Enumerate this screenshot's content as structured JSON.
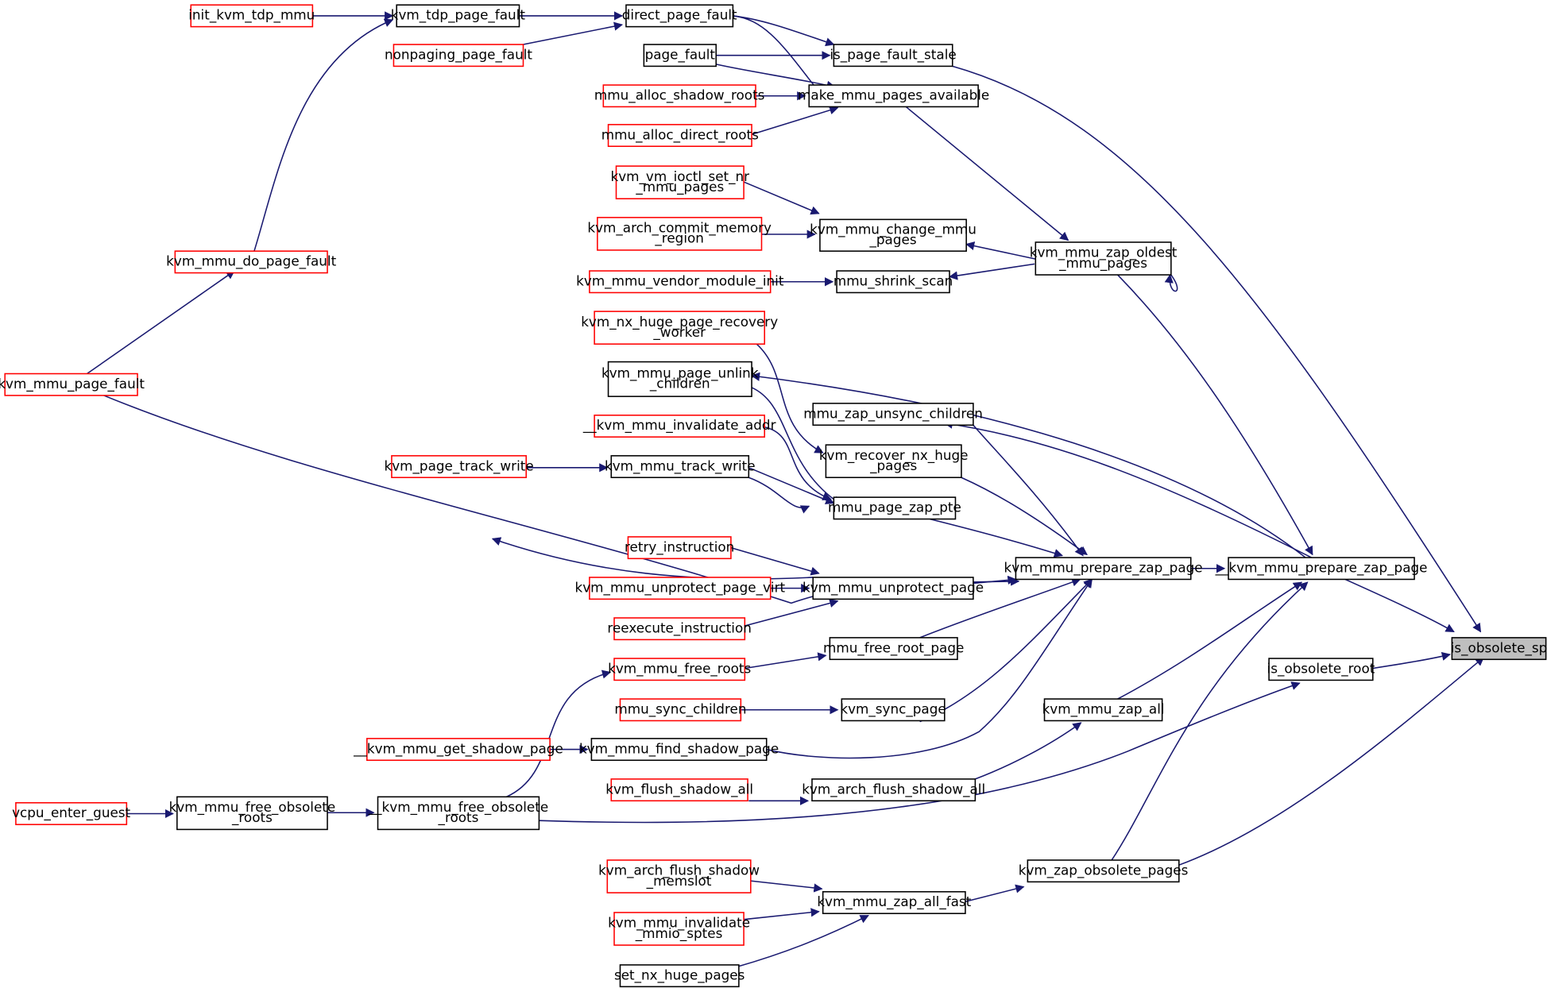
{
  "colors": {
    "edge": "#191970",
    "node_border": "#000000",
    "node_border_truncated": "#ff0000",
    "target_fill": "#bfbfbf"
  },
  "nodes": {
    "is_obsolete_sp": {
      "lines": [
        "is_obsolete_sp"
      ],
      "style": "target"
    },
    "__kvm_mmu_prepare_zap_page": {
      "lines": [
        "__kvm_mmu_prepare_zap_page"
      ],
      "style": "normal"
    },
    "is_obsolete_root": {
      "lines": [
        "is_obsolete_root"
      ],
      "style": "normal"
    },
    "is_page_fault_stale": {
      "lines": [
        "is_page_fault_stale"
      ],
      "style": "normal"
    },
    "kvm_zap_obsolete_pages": {
      "lines": [
        "kvm_zap_obsolete_pages"
      ],
      "style": "normal"
    },
    "kvm_mmu_prepare_zap_page": {
      "lines": [
        "kvm_mmu_prepare_zap_page"
      ],
      "style": "normal"
    },
    "kvm_mmu_zap_oldest_mmu_pages": {
      "lines": [
        "kvm_mmu_zap_oldest",
        "_mmu_pages"
      ],
      "style": "normal"
    },
    "mmu_zap_unsync_children": {
      "lines": [
        "mmu_zap_unsync_children"
      ],
      "style": "normal"
    },
    "kvm_mmu_page_unlink_children": {
      "lines": [
        "kvm_mmu_page_unlink",
        "_children"
      ],
      "style": "normal"
    },
    "kvm_mmu_zap_all": {
      "lines": [
        "kvm_mmu_zap_all"
      ],
      "style": "normal"
    },
    "__kvm_mmu_free_obsolete_roots": {
      "lines": [
        "__kvm_mmu_free_obsolete",
        "_roots"
      ],
      "style": "normal"
    },
    "direct_page_fault": {
      "lines": [
        "direct_page_fault"
      ],
      "style": "normal"
    },
    "page_fault": {
      "lines": [
        "page_fault"
      ],
      "style": "normal"
    },
    "kvm_mmu_zap_all_fast": {
      "lines": [
        "kvm_mmu_zap_all_fast"
      ],
      "style": "normal"
    },
    "kvm_mmu_change_mmu_pages": {
      "lines": [
        "kvm_mmu_change_mmu",
        "_pages"
      ],
      "style": "normal"
    },
    "make_mmu_pages_available": {
      "lines": [
        "make_mmu_pages_available"
      ],
      "style": "normal"
    },
    "mmu_shrink_scan": {
      "lines": [
        "mmu_shrink_scan"
      ],
      "style": "normal"
    },
    "kvm_mmu_find_shadow_page": {
      "lines": [
        "kvm_mmu_find_shadow_page"
      ],
      "style": "normal"
    },
    "kvm_mmu_unprotect_page": {
      "lines": [
        "kvm_mmu_unprotect_page"
      ],
      "style": "normal"
    },
    "kvm_recover_nx_huge_pages": {
      "lines": [
        "kvm_recover_nx_huge",
        "_pages"
      ],
      "style": "normal"
    },
    "kvm_sync_page": {
      "lines": [
        "kvm_sync_page"
      ],
      "style": "normal"
    },
    "mmu_free_root_page": {
      "lines": [
        "mmu_free_root_page"
      ],
      "style": "normal"
    },
    "mmu_page_zap_pte": {
      "lines": [
        "mmu_page_zap_pte"
      ],
      "style": "normal"
    },
    "kvm_arch_flush_shadow_all": {
      "lines": [
        "kvm_arch_flush_shadow_all"
      ],
      "style": "normal"
    },
    "kvm_mmu_free_obsolete_roots": {
      "lines": [
        "kvm_mmu_free_obsolete",
        "_roots"
      ],
      "style": "normal"
    },
    "kvm_tdp_page_fault": {
      "lines": [
        "kvm_tdp_page_fault"
      ],
      "style": "normal"
    },
    "kvm_mmu_track_write": {
      "lines": [
        "kvm_mmu_track_write"
      ],
      "style": "normal"
    },
    "set_nx_huge_pages": {
      "lines": [
        "set_nx_huge_pages"
      ],
      "style": "normal"
    },
    "nonpaging_page_fault": {
      "lines": [
        "nonpaging_page_fault"
      ],
      "style": "truncated"
    },
    "kvm_arch_flush_shadow_memslot": {
      "lines": [
        "kvm_arch_flush_shadow",
        "_memslot"
      ],
      "style": "truncated"
    },
    "kvm_mmu_invalidate_mmio_sptes": {
      "lines": [
        "kvm_mmu_invalidate",
        "_mmio_sptes"
      ],
      "style": "truncated"
    },
    "kvm_vm_ioctl_set_nr_mmu_pages": {
      "lines": [
        "kvm_vm_ioctl_set_nr",
        "_mmu_pages"
      ],
      "style": "truncated"
    },
    "kvm_arch_commit_memory_region": {
      "lines": [
        "kvm_arch_commit_memory",
        "_region"
      ],
      "style": "truncated"
    },
    "mmu_alloc_direct_roots": {
      "lines": [
        "mmu_alloc_direct_roots"
      ],
      "style": "truncated"
    },
    "mmu_alloc_shadow_roots": {
      "lines": [
        "mmu_alloc_shadow_roots"
      ],
      "style": "truncated"
    },
    "kvm_mmu_vendor_module_init": {
      "lines": [
        "kvm_mmu_vendor_module_init"
      ],
      "style": "truncated"
    },
    "__kvm_mmu_get_shadow_page": {
      "lines": [
        "__kvm_mmu_get_shadow_page"
      ],
      "style": "truncated"
    },
    "kvm_mmu_unprotect_page_virt": {
      "lines": [
        "kvm_mmu_unprotect_page_virt"
      ],
      "style": "truncated"
    },
    "reexecute_instruction": {
      "lines": [
        "reexecute_instruction"
      ],
      "style": "truncated"
    },
    "retry_instruction": {
      "lines": [
        "retry_instruction"
      ],
      "style": "truncated"
    },
    "kvm_nx_huge_page_recovery_worker": {
      "lines": [
        "kvm_nx_huge_page_recovery",
        "_worker"
      ],
      "style": "truncated"
    },
    "mmu_sync_children": {
      "lines": [
        "mmu_sync_children"
      ],
      "style": "truncated"
    },
    "kvm_mmu_free_roots": {
      "lines": [
        "kvm_mmu_free_roots"
      ],
      "style": "truncated"
    },
    "__kvm_mmu_invalidate_addr": {
      "lines": [
        "__kvm_mmu_invalidate_addr"
      ],
      "style": "truncated"
    },
    "kvm_flush_shadow_all": {
      "lines": [
        "kvm_flush_shadow_all"
      ],
      "style": "truncated"
    },
    "vcpu_enter_guest": {
      "lines": [
        "vcpu_enter_guest"
      ],
      "style": "truncated"
    },
    "kvm_mmu_do_page_fault": {
      "lines": [
        "kvm_mmu_do_page_fault"
      ],
      "style": "truncated"
    },
    "init_kvm_tdp_mmu": {
      "lines": [
        "init_kvm_tdp_mmu"
      ],
      "style": "truncated"
    },
    "kvm_mmu_page_fault": {
      "lines": [
        "kvm_mmu_page_fault"
      ],
      "style": "truncated"
    },
    "kvm_page_track_write": {
      "lines": [
        "kvm_page_track_write"
      ],
      "style": "truncated"
    }
  }
}
